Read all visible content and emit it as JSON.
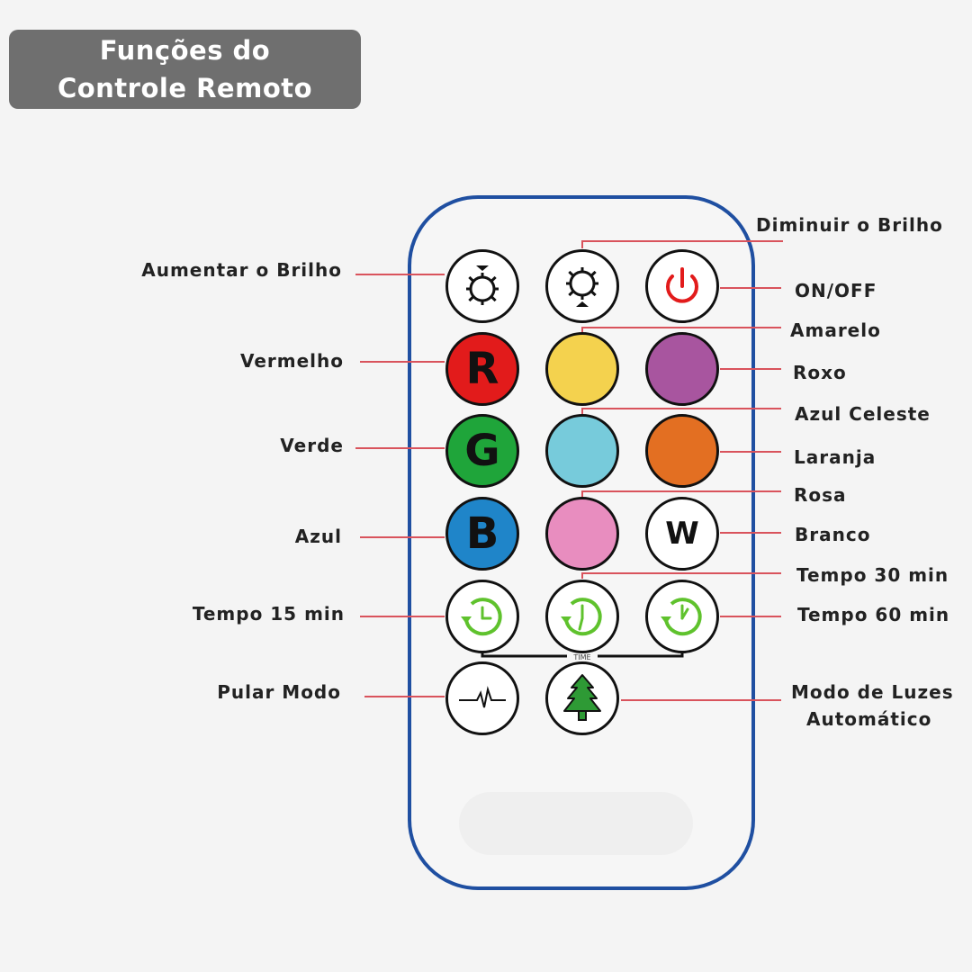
{
  "title": {
    "line1": "Funções do",
    "line2": "Controle Remoto"
  },
  "colors": {
    "remote_border": "#1f4fa1",
    "title_bg": "#6f6f6f",
    "leader_line": "#d9535c",
    "red": "#e21b1b",
    "yellow": "#f4d24e",
    "purple": "#a8559f",
    "green": "#1fa53a",
    "sky_blue": "#77cbdb",
    "orange": "#e36f22",
    "blue": "#1f85c9",
    "pink": "#e88dbf",
    "timer_green": "#5fc22d",
    "tree_green": "#2e9a35"
  },
  "buttons": {
    "brightness_up": {
      "icon": "brightness-up-icon"
    },
    "brightness_down": {
      "icon": "brightness-down-icon"
    },
    "power": {
      "icon": "power-icon"
    },
    "red": {
      "letter": "R"
    },
    "yellow": {},
    "purple": {},
    "green": {
      "letter": "G"
    },
    "sky_blue": {},
    "orange": {},
    "blue": {
      "letter": "B"
    },
    "pink": {},
    "white": {
      "letter": "W"
    },
    "timer_15": {
      "icon": "timer-15-icon"
    },
    "timer_30": {
      "icon": "timer-30-icon"
    },
    "timer_60": {
      "icon": "timer-60-icon"
    },
    "timer_group_label": "TIME",
    "jump_mode": {
      "icon": "pulse-wave-icon"
    },
    "auto_mode": {
      "icon": "tree-icon"
    }
  },
  "labels": {
    "brightness_up": "Aumentar o Brilho",
    "brightness_down": "Diminuir o Brilho",
    "on_off": "ON/OFF",
    "yellow": "Amarelo",
    "red": "Vermelho",
    "purple": "Roxo",
    "sky_blue": "Azul Celeste",
    "green": "Verde",
    "orange": "Laranja",
    "pink": "Rosa",
    "blue": "Azul",
    "white": "Branco",
    "timer_30": "Tempo 30 min",
    "timer_15": "Tempo 15 min",
    "timer_60": "Tempo 60 min",
    "jump_mode": "Pular Modo",
    "auto_mode_line1": "Modo de Luzes",
    "auto_mode_line2": "Automático"
  }
}
